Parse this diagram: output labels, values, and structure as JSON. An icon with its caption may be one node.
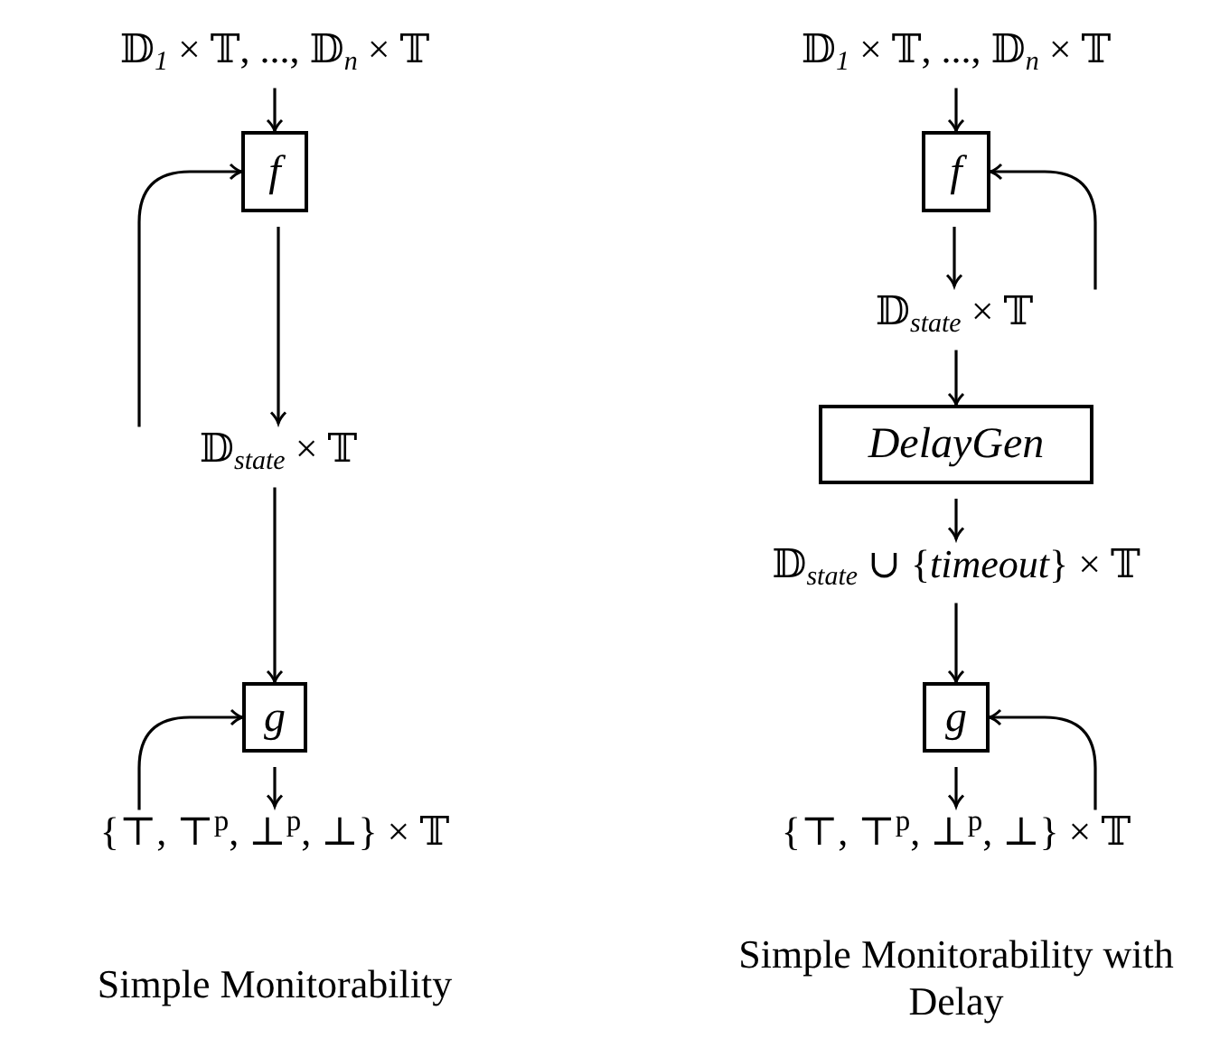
{
  "diagram": {
    "nodes": [
      {
        "text": [
          "𝔻$_{1}$ × 𝕋, ..., 𝔻$_{n}$ × 𝕋"
        ]
      },
      {
        "text": [
          "f"
        ]
      },
      {
        "text": [
          "𝔻$_{state}$ × 𝕋"
        ]
      },
      {
        "text": [
          "g"
        ]
      },
      {
        "text": [
          "{⊤, ⊤$^{p}$, ⊥$^{p}$, ⊥} × 𝕋"
        ]
      },
      {
        "text": [
          "𝔻$_{1}$ × 𝕋, ..., 𝔻$_{n}$ × 𝕋"
        ]
      },
      {
        "text": [
          "f"
        ]
      },
      {
        "text": [
          "𝔻$_{state}$ × 𝕋"
        ]
      },
      {
        "text": [
          "DelayGen"
        ]
      },
      {
        "text": [
          "𝔻$_{state}$ ∪ {*timeout*} × 𝕋"
        ]
      },
      {
        "text": [
          "g"
        ]
      },
      {
        "text": [
          "{⊤, ⊤$^{p}$, ⊥$^{p}$, ⊥} × 𝕋"
        ]
      }
    ],
    "edges": [
      {
        "from": 0,
        "to": 1,
        "arrow": "to"
      },
      {
        "from": 1,
        "to": 2,
        "arrow": "to"
      },
      {
        "from": 2,
        "to": 1,
        "arrow": "to"
      },
      {
        "from": 2,
        "to": 3,
        "arrow": "to"
      },
      {
        "from": 4,
        "to": 3,
        "arrow": "to"
      },
      {
        "from": 3,
        "to": 4,
        "arrow": "to"
      },
      {
        "from": 5,
        "to": 6,
        "arrow": "to"
      },
      {
        "from": 6,
        "to": 7,
        "arrow": "to"
      },
      {
        "from": 7,
        "to": 6,
        "arrow": "to"
      },
      {
        "from": 7,
        "to": 8,
        "arrow": "to"
      },
      {
        "from": 8,
        "to": 9,
        "arrow": "to"
      },
      {
        "from": 9,
        "to": 10,
        "arrow": "to"
      },
      {
        "from": 10,
        "to": 11,
        "arrow": "to"
      },
      {
        "from": 11,
        "to": 10,
        "arrow": "to"
      }
    ],
    "labels": [
      "Simple Monitorability",
      "Simple Monitorability with Delay"
    ]
  }
}
